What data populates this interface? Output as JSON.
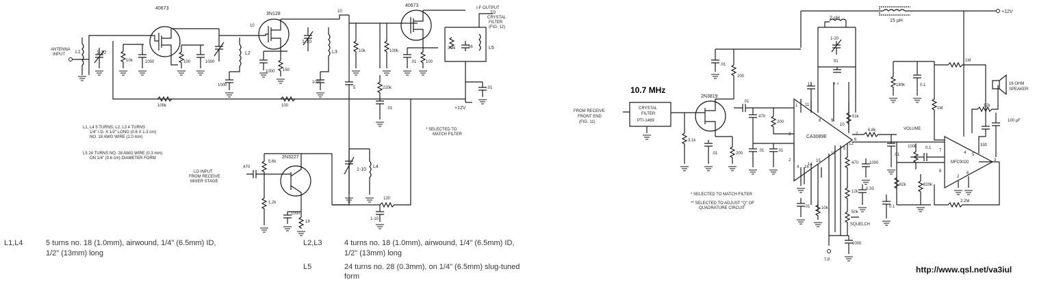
{
  "left": {
    "labels": {
      "q1": "40673",
      "q2": "3N128",
      "q3": "40673",
      "q4": "2N3227",
      "antenna": "ANTENNA",
      "antenna2": "INPUT",
      "if_out1": "I-F OUTPUT",
      "if_out2": "TO",
      "if_out3": "CRYSTAL",
      "if_out4": "FILTER",
      "if_out5": "(FIG. 12)",
      "l1": "L1",
      "l2": "L2",
      "l3": "L3",
      "l4": "L4",
      "l5": "L5",
      "c_1_10a": "1-10",
      "c_1_10b": "1-10",
      "c_1_10c": "1-10",
      "c_1_10d": "1-10",
      "r10k_a": "10k",
      "r10k_b": "10k",
      "r100k_a": "100k",
      "r100k_b": "100k",
      "c1000_a": "1000",
      "c1000_b": "1000",
      "c1000_c": "1000",
      "c1000_d": "1000",
      "c1000_e": "1000",
      "c1000_f": "1000",
      "r100_a": "100",
      "r100_b": "100",
      "r100_c": "100",
      "r150": "150",
      "c10_a": "10",
      "c10_b": "10",
      "c01_a": ".01",
      "c01_b": ".01",
      "c01_c": ".01",
      "r220k": "220k",
      "c5": "5",
      "r3_3k": "3.3k",
      "c56": "56",
      "r5_6k": "5.6k",
      "r1_2k": "1.2k",
      "r18": "18",
      "r120": "120",
      "c470": "470",
      "v12": "+12V",
      "note1a": "L1, L4  5 TURNS;  L2, L3  4 TURNS",
      "note1b": "1/4\" I.D. X 1/2\" LONG (0.6 X 1.3 cm)",
      "note1c": "NO. 18 AWG WIRE (1.0 mm)",
      "note2a": "L5  24 TURNS NO. 28 AWG WIRE (0.3 mm)",
      "note2b": "ON 1/4\" (0.6 cm) DIAMETER FORM",
      "select1": "* SELECTED TO",
      "select2": "MATCH FILTER",
      "lo1": "LO INPUT",
      "lo2": "FROM RECEIVE",
      "lo3": "MIXER STAGE"
    },
    "table": {
      "l1l4_id": "L1,L4",
      "l1l4_desc1": "5 turns no. 18 (1.0mm), airwound, 1/4\" (6.5mm) ID,",
      "l1l4_desc2": "1/2\" (13mm) long",
      "l2l3_id": "L2,L3",
      "l2l3_desc1": "4 turns no. 18 (1.0mm), airwound, 1/4\" (6.5mm) ID,",
      "l2l3_desc2": "1/2\" (13mm) long",
      "l5_id": "L5",
      "l5_desc1": "24 turns no. 28 (0.3mm), on 1/4\" (6.5mm) slug-tuned",
      "l5_desc2": "form"
    }
  },
  "right": {
    "labels": {
      "mhz": "10.7 MHz",
      "crystal1": "CRYSTAL",
      "crystal2": "FILTER",
      "crystal3": "PTI-1469",
      "from1": "FROM RECEIVE",
      "from2": "FRONT END",
      "from3": "(FIG. 11)",
      "q": "2N3819",
      "ic1": "CA3089E",
      "ic2": "MFC9020",
      "l2uh": "2 µH",
      "l15uh": "15 µH",
      "v12": "+12V",
      "c1_20": "1-20",
      "c91": "91",
      "c1": "1",
      "stars": "* *",
      "c01_a": ".01",
      "c01_b": ".01",
      "c01_c": ".01",
      "c01_d": ".01",
      "c01_e": ".01",
      "c01_f": ".01",
      "c01_g": ".01",
      "r200_a": "200",
      "r200_b": "200",
      "r200_c": "200",
      "c470": "470",
      "r3_1k": "3.1k",
      "r51k": "51k",
      "r6_8k": "6.8k",
      "volume": "VOLUME",
      "r100k": "100k",
      "c0_1a": "0.1",
      "c0_1b": "0.1",
      "c0_1c": "0.1",
      "r470": "470",
      "c1000_a": "1000",
      "c1000_b": "1000",
      "r12k_a": "12k",
      "r12k_b": "12k",
      "c0_33": "0.33",
      "r82k": "82k",
      "r820k": "820k",
      "r50k": "50k",
      "squelch": "SQUELCH",
      "r10k": "10k",
      "r180k": "180k",
      "r1m_a": "1M",
      "r1m_b": "1M",
      "r2_2m": "2.2M",
      "c330": "330",
      "c100uf": "100 µF",
      "speaker1": "16 OHM",
      "speaker2": "SPEAKER",
      "tp": "T.P.",
      "sel1": "* SELECTED TO MATCH FILTER",
      "sel2a": "** SELECTED TO ADJUST \"Q\" OF",
      "sel2b": "QUADRATURE CIRCUIT",
      "p1": "1",
      "p2": "2",
      "p3": "3",
      "p4": "4",
      "p5": "5",
      "p6": "6",
      "p7": "7",
      "p8": "8",
      "p9": "9",
      "p10": "10",
      "p11": "11",
      "p12": "12",
      "p13": "13",
      "p14": "14",
      "p15": "15",
      "p16": "16",
      "m2": "2",
      "m3": "3",
      "m4": "4",
      "m5": "5",
      "m6": "6",
      "m7": "7",
      "m8": "8"
    },
    "url": "http://www.qsl.net/va3iul"
  }
}
